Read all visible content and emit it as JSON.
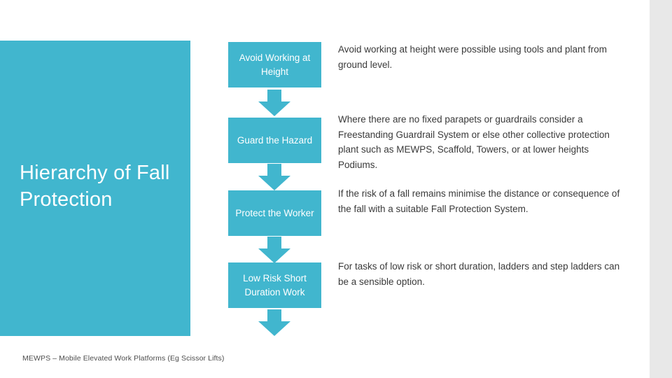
{
  "slide": {
    "title": "Hierarchy of Fall Protection",
    "footnote": "MEWPS – Mobile Elevated Work Platforms (Eg Scissor Lifts)",
    "colors": {
      "teal": "#41b6ce",
      "text": "#3a3a3a",
      "band": "#e8e8e8",
      "white": "#ffffff"
    }
  },
  "flow": {
    "steps": [
      {
        "label": "Avoid Working at Height",
        "description": "Avoid working at height were possible using tools and plant from ground level."
      },
      {
        "label": "Guard the Hazard",
        "description": "Where there are no fixed parapets or guardrails consider a Freestanding Guardrail System or else other collective protection plant such as MEWPS, Scaffold, Towers, or at lower heights Podiums."
      },
      {
        "label": "Protect the Worker",
        "description": "If the risk of a fall remains minimise the distance or consequence of the fall with a suitable Fall Protection System."
      },
      {
        "label": "Low Risk Short Duration Work",
        "description": "For tasks of low risk or short duration, ladders and step ladders can be a sensible option."
      }
    ]
  }
}
